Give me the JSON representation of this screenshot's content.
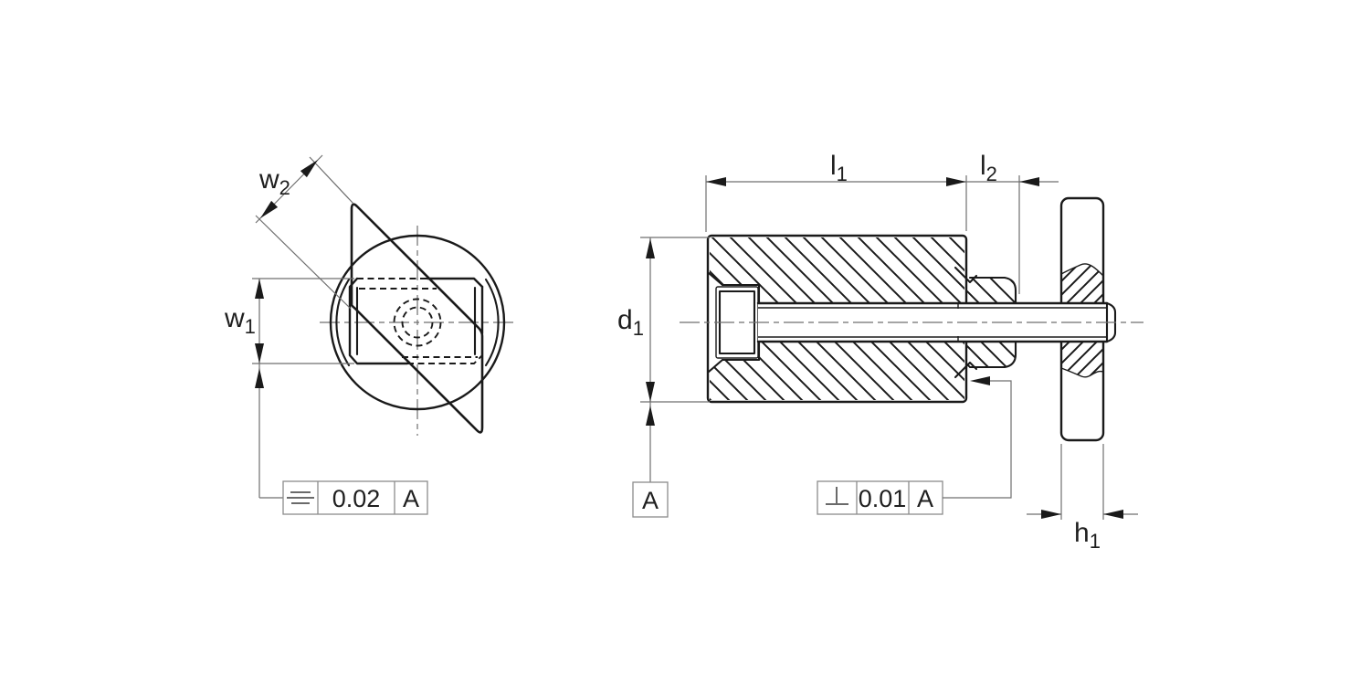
{
  "drawing": {
    "type": "technical-drawing-two-views",
    "views": {
      "front_view": "front view of clamp body with diagonal clamp plate and slot",
      "section_view": "sectioned side view with screw, threaded bushing and washer disc"
    },
    "labels": {
      "w2": {
        "base": "w",
        "sub": "2"
      },
      "w1": {
        "base": "w",
        "sub": "1"
      },
      "d1": {
        "base": "d",
        "sub": "1"
      },
      "l1": {
        "base": "l",
        "sub": "1"
      },
      "l2": {
        "base": "l",
        "sub": "2"
      },
      "h1": {
        "base": "h",
        "sub": "1"
      }
    },
    "gdt": {
      "symmetry_frame": {
        "symbol": "symmetry",
        "tolerance": "0.02",
        "datum": "A"
      },
      "perpendicularity_frame": {
        "symbol": "perpendicularity",
        "tolerance": "0.01",
        "datum": "A"
      },
      "datum_label": "A"
    },
    "colors": {
      "object_line": "#1a1a1a",
      "thin_line": "#6f6f6f",
      "text": "#1f1f1f",
      "background": "#ffffff"
    }
  }
}
